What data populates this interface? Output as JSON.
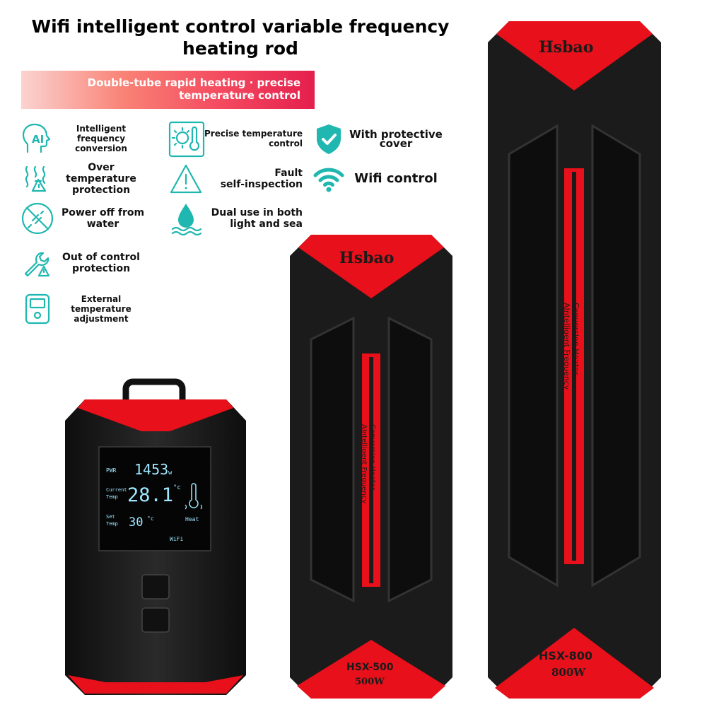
{
  "title_line1": "Wifi intelligent control variable frequency",
  "title_line2": "heating rod",
  "banner_line1": "Double-tube rapid heating · precise",
  "banner_line2": "temperature control",
  "features": {
    "intelligent_freq": {
      "l1": "Intelligent frequency",
      "l2": "conversion",
      "icon": "ai-head-icon"
    },
    "over_temp": {
      "l1": "Over temperature",
      "l2": "protection",
      "icon": "heat-warning-icon"
    },
    "power_off": {
      "l1": "Power off from",
      "l2": "water",
      "icon": "no-plug-icon"
    },
    "out_of_control": {
      "l1": "Out of control",
      "l2": "protection",
      "icon": "wrench-warning-icon"
    },
    "external_temp": {
      "l1": "External temperature",
      "l2": "adjustment",
      "icon": "controller-icon"
    },
    "precise_temp": {
      "l1": "Precise temperature",
      "l2": "control",
      "icon": "sun-thermometer-icon"
    },
    "fault": {
      "l1": "Fault",
      "l2": "self-inspection",
      "icon": "warning-triangle-icon"
    },
    "dual_use": {
      "l1": "Dual use in both",
      "l2": "light and sea",
      "icon": "water-drop-icon"
    },
    "protective_cover": {
      "l1": "With protective",
      "l2": "cover",
      "icon": "shield-check-icon"
    },
    "wifi": {
      "l1": "Wifi control",
      "icon": "wifi-icon"
    }
  },
  "controller": {
    "pwr_label": "PWR",
    "pwr_value": "1453",
    "pwr_unit": "w",
    "current_label1": "Current",
    "current_label2": "Temp",
    "current_value": "28.1",
    "current_unit": "°c",
    "set_label1": "Set",
    "set_label2": "Temp",
    "set_value": "30",
    "set_unit": "°c",
    "heat_label": "Heat",
    "wifi_label": "WiFi"
  },
  "heater_500": {
    "brand": "Hsbao",
    "model": "HSX-500",
    "power": "500W",
    "side_text1": "AIntelligent Frequency",
    "side_text2": "Conversion Heater"
  },
  "heater_800": {
    "brand": "Hsbao",
    "model": "HSX-800",
    "power": "800W",
    "side_text1": "AIntelligent Frequency",
    "side_text2": "Conversion Heater"
  },
  "colors": {
    "teal": "#1fb7b0",
    "red": "#e8101a",
    "body": "#1b1b1b",
    "lcd_text": "#9ee7ff"
  }
}
